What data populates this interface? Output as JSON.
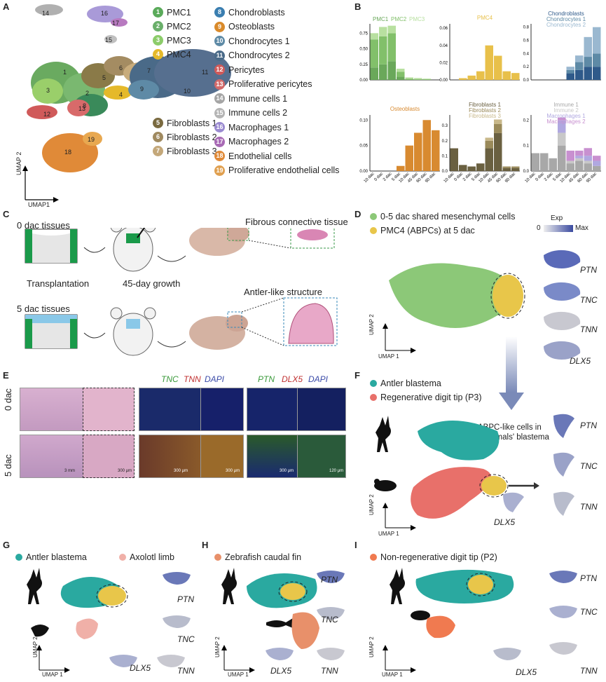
{
  "panels": {
    "A": "A",
    "B": "B",
    "C": "C",
    "D": "D",
    "E": "E",
    "F": "F",
    "G": "G",
    "H": "H",
    "I": "I"
  },
  "umap": {
    "axis1": "UMAP1",
    "axis2": "UMAP 2",
    "axis1b": "UMAP 1"
  },
  "clusterLegend": [
    {
      "n": "1",
      "label": "PMC1",
      "color": "#5aaa5a"
    },
    {
      "n": "2",
      "label": "PMC2",
      "color": "#6aaf6a"
    },
    {
      "n": "3",
      "label": "PMC3",
      "color": "#8ccc6a"
    },
    {
      "n": "4",
      "label": "PMC4",
      "color": "#e5b92a"
    },
    {
      "n": "5",
      "label": "Fibroblasts 1",
      "color": "#7a6a40"
    },
    {
      "n": "6",
      "label": "Fibroblasts 2",
      "color": "#a08a60"
    },
    {
      "n": "7",
      "label": "Fibroblasts 3",
      "color": "#c4a87a"
    },
    {
      "n": "8",
      "label": "Chondroblasts",
      "color": "#3a7eb0"
    },
    {
      "n": "9",
      "label": "Osteoblasts",
      "color": "#d98a2a"
    },
    {
      "n": "10",
      "label": "Chondrocytes 1",
      "color": "#5e8aa6"
    },
    {
      "n": "11",
      "label": "Chondrocytes 2",
      "color": "#4a6a88"
    },
    {
      "n": "12",
      "label": "Pericytes",
      "color": "#d05a5a"
    },
    {
      "n": "13",
      "label": "Proliferative pericytes",
      "color": "#d36a6a"
    },
    {
      "n": "14",
      "label": "Immune cells 1",
      "color": "#a5a5a5"
    },
    {
      "n": "15",
      "label": "Immune cells 2",
      "color": "#b5b5b5"
    },
    {
      "n": "16",
      "label": "Macrophages 1",
      "color": "#9a8ad0"
    },
    {
      "n": "17",
      "label": "Macrophages 2",
      "color": "#a86ab5"
    },
    {
      "n": "18",
      "label": "Endothelial cells",
      "color": "#e08a38"
    },
    {
      "n": "19",
      "label": "Proliferative endothelial cells",
      "color": "#e0a050"
    }
  ],
  "chart_data": [
    {
      "type": "bar",
      "title": "",
      "legend": [
        "PMC1",
        "PMC2",
        "PMC3"
      ],
      "categories": [
        "10 dac",
        "0 dac",
        "2 dac",
        "5 dac",
        "10 dac",
        "45 dac",
        "60 dac",
        "90 dac"
      ],
      "series": [
        {
          "name": "PMC1",
          "values": [
            0.2,
            0.25,
            0.3,
            0.05,
            0.0,
            0.0,
            0.0,
            0.0
          ]
        },
        {
          "name": "PMC2",
          "values": [
            0.45,
            0.45,
            0.45,
            0.08,
            0.02,
            0.01,
            0.01,
            0.0
          ]
        },
        {
          "name": "PMC3",
          "values": [
            0.1,
            0.15,
            0.12,
            0.05,
            0.02,
            0.02,
            0.01,
            0.0
          ]
        }
      ],
      "yticks": [
        "0.00",
        "0.25",
        "0.50",
        "0.75"
      ],
      "ylim": [
        0,
        0.9
      ]
    },
    {
      "type": "bar",
      "title": "PMC4",
      "categories": [
        "10 dac",
        "0 dac",
        "2 dac",
        "5 dac",
        "10 dac",
        "45 dac",
        "60 dac",
        "90 dac"
      ],
      "values": [
        0.0,
        0.002,
        0.005,
        0.01,
        0.04,
        0.028,
        0.01,
        0.008
      ],
      "yticks": [
        "0.00",
        "0.02",
        "0.04",
        "0.06"
      ],
      "ylim": [
        0,
        0.065
      ]
    },
    {
      "type": "bar",
      "title": "",
      "legend": [
        "Chondroblasts",
        "Chondrocytes 1",
        "Chondrocytes 2"
      ],
      "categories": [
        "10 dac",
        "0 dac",
        "2 dac",
        "5 dac",
        "10 dac",
        "45 dac",
        "60 dac",
        "90 dac"
      ],
      "series": [
        {
          "name": "Chondroblasts",
          "values": [
            0,
            0,
            0,
            0,
            0.1,
            0.15,
            0.2,
            0.2
          ]
        },
        {
          "name": "Chondrocytes 1",
          "values": [
            0,
            0,
            0,
            0,
            0.05,
            0.12,
            0.15,
            0.2
          ]
        },
        {
          "name": "Chondrocytes 2",
          "values": [
            0,
            0,
            0,
            0,
            0.05,
            0.1,
            0.3,
            0.4
          ]
        }
      ],
      "yticks": [
        "0.0",
        "0.2",
        "0.4",
        "0.6",
        "0.8"
      ],
      "ylim": [
        0,
        0.85
      ]
    },
    {
      "type": "bar",
      "title": "Osteoblasts",
      "categories": [
        "10 dac",
        "0 dac",
        "2 dac",
        "5 dac",
        "10 dac",
        "45 dac",
        "60 dac",
        "90 dac"
      ],
      "values": [
        0.0,
        0.0,
        0.0,
        0.01,
        0.05,
        0.075,
        0.1,
        0.08
      ],
      "yticks": [
        "0.00",
        "0.05",
        "0.10"
      ],
      "ylim": [
        0,
        0.11
      ]
    },
    {
      "type": "bar",
      "title": "",
      "legend": [
        "Fibroblasts 1",
        "Fibroblasts 2",
        "Fibroblasts 3"
      ],
      "categories": [
        "10 dac",
        "0 dac",
        "2 dac",
        "5 dac",
        "10 dac",
        "45 dac",
        "60 dac",
        "90 dac"
      ],
      "series": [
        {
          "name": "Fibroblasts 1",
          "values": [
            0.15,
            0.04,
            0.03,
            0.05,
            0.15,
            0.25,
            0.02,
            0.02
          ]
        },
        {
          "name": "Fibroblasts 2",
          "values": [
            0.0,
            0.0,
            0.0,
            0.0,
            0.05,
            0.06,
            0.01,
            0.01
          ]
        },
        {
          "name": "Fibroblasts 3",
          "values": [
            0.0,
            0.0,
            0.0,
            0.0,
            0.02,
            0.03,
            0.0,
            0.0
          ]
        }
      ],
      "yticks": [
        "0.0",
        "0.1",
        "0.2",
        "0.3"
      ],
      "ylim": [
        0,
        0.37
      ]
    },
    {
      "type": "bar",
      "title": "",
      "legend": [
        "Immune 1",
        "Immune 2",
        "Macrophages 1",
        "Macrophages 2"
      ],
      "categories": [
        "10 dac",
        "0 dac",
        "2 dac",
        "5 dac",
        "10 dac",
        "45 dac",
        "60 dac",
        "90 dac"
      ],
      "series": [
        {
          "name": "Immune 1",
          "values": [
            0.07,
            0.07,
            0.05,
            0.1,
            0.03,
            0.04,
            0.03,
            0.02
          ]
        },
        {
          "name": "Immune 2",
          "values": [
            0.0,
            0.0,
            0.0,
            0.05,
            0.01,
            0.01,
            0.01,
            0.0
          ]
        },
        {
          "name": "Macrophages 1",
          "values": [
            0.0,
            0.0,
            0.0,
            0.05,
            0.0,
            0.01,
            0.02,
            0.02
          ]
        },
        {
          "name": "Macrophages 2",
          "values": [
            0.0,
            0.0,
            0.0,
            0.01,
            0.04,
            0.02,
            0.03,
            0.02
          ]
        }
      ],
      "yticks": [
        "0.0",
        "0.1",
        "0.2"
      ],
      "ylim": [
        0,
        0.22
      ]
    }
  ],
  "C": {
    "t1": "0 dac  tissues",
    "t2": "5 dac tissues",
    "transplant": "Transplantation",
    "growth": "45-day growth",
    "fibrous": "Fibrous connective tissue",
    "antler": "Antler-like structure"
  },
  "D": {
    "leg1": "0-5 dac shared mesenchymal cells",
    "leg2": "PMC4 (ABPCs) at 5 dac",
    "exp": "Exp",
    "zero": "0",
    "max": "Max"
  },
  "E": {
    "h1a": "TNC",
    "h1b": "TNN",
    "h1c": "DAPI",
    "h2a": "PTN",
    "h2b": "DLX5",
    "h2c": "DAPI",
    "r1": "0 dac",
    "r2": "5 dac",
    "s1": "3 mm",
    "s2": "300 μm",
    "s3": "300 μm",
    "s4": "300 μm",
    "s5": "300 μm",
    "s6": "120 μm"
  },
  "F": {
    "leg1": "Antler blastema",
    "leg2": "Regenerative digit tip (P3)",
    "note1": "ABPC-like cells in",
    "note2": "mammals' blastema"
  },
  "G": {
    "leg1": "Antler blastema",
    "leg2": "Axolotl limb"
  },
  "H": {
    "leg1": "Zebrafish caudal fin"
  },
  "I": {
    "leg1": "Non-regenerative digit tip (P2)"
  },
  "genes": {
    "ptn": "PTN",
    "tnc": "TNC",
    "tnn": "TNN",
    "dlx5": "DLX5"
  },
  "colors": {
    "teal": "#2aa9a0",
    "salmon": "#e8706a",
    "yellow": "#e8c64a",
    "green": "#8cc878",
    "pink": "#f0b0a8",
    "orange": "#f07a50",
    "blue": "#4a5aa8"
  }
}
